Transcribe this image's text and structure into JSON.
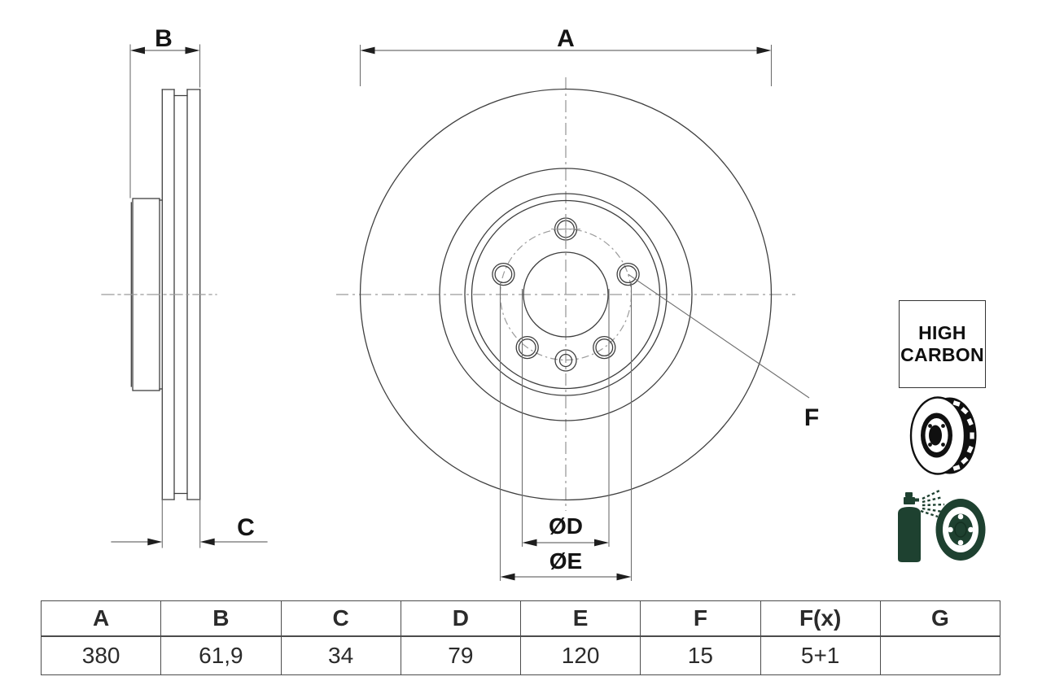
{
  "labels": {
    "a": "A",
    "b": "B",
    "c": "C",
    "d": "ØD",
    "e": "ØE",
    "f": "F"
  },
  "badge": {
    "line1": "HIGH",
    "line2": "CARBON"
  },
  "icons": {
    "rotor": "vented-brake-disc",
    "spray": "spray-coated-disc"
  },
  "table": {
    "headers": [
      "A",
      "B",
      "C",
      "D",
      "E",
      "F",
      "F(x)",
      "G"
    ],
    "values": [
      "380",
      "61,9",
      "34",
      "79",
      "120",
      "15",
      "5+1",
      ""
    ]
  },
  "colors": {
    "outline": "#3f3f3f",
    "dimension": "#6f6f6f",
    "centerline": "#9b9b9b",
    "arrow": "#1e1e1e",
    "label_text": "#141414",
    "table_border": "#4c4c4c",
    "icon_black": "#101010",
    "icon_green": "#1e4130"
  }
}
